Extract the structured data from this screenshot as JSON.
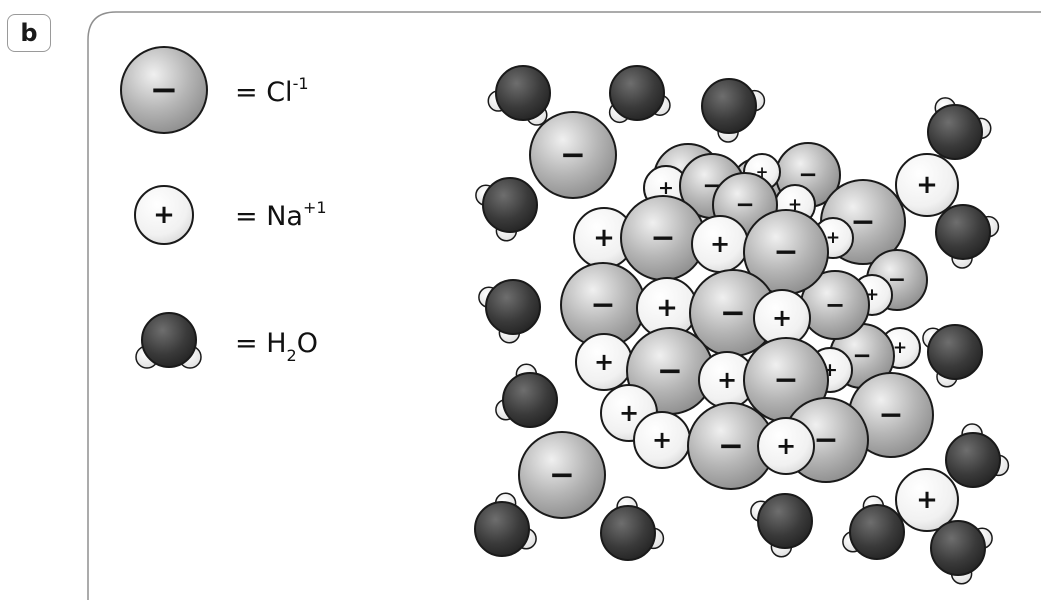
{
  "panel_label": "b",
  "legend": {
    "chloride": {
      "prefix": "= Cl",
      "superscript": "-1",
      "symbol": "−"
    },
    "sodium": {
      "prefix": "= Na",
      "superscript": "+1",
      "symbol": "+"
    },
    "water": {
      "prefix": "= H",
      "subscript": "2",
      "suffix": "O"
    }
  },
  "colors": {
    "chloride_light": "#e6e6e6",
    "chloride_dark": "#8c8c8c",
    "sodium_light": "#ffffff",
    "sodium_dark": "#e0e0e0",
    "water_oxygen": "#3a3a3a",
    "water_hydrogen": "#f2f2f2",
    "outline": "#1a1a1a"
  }
}
